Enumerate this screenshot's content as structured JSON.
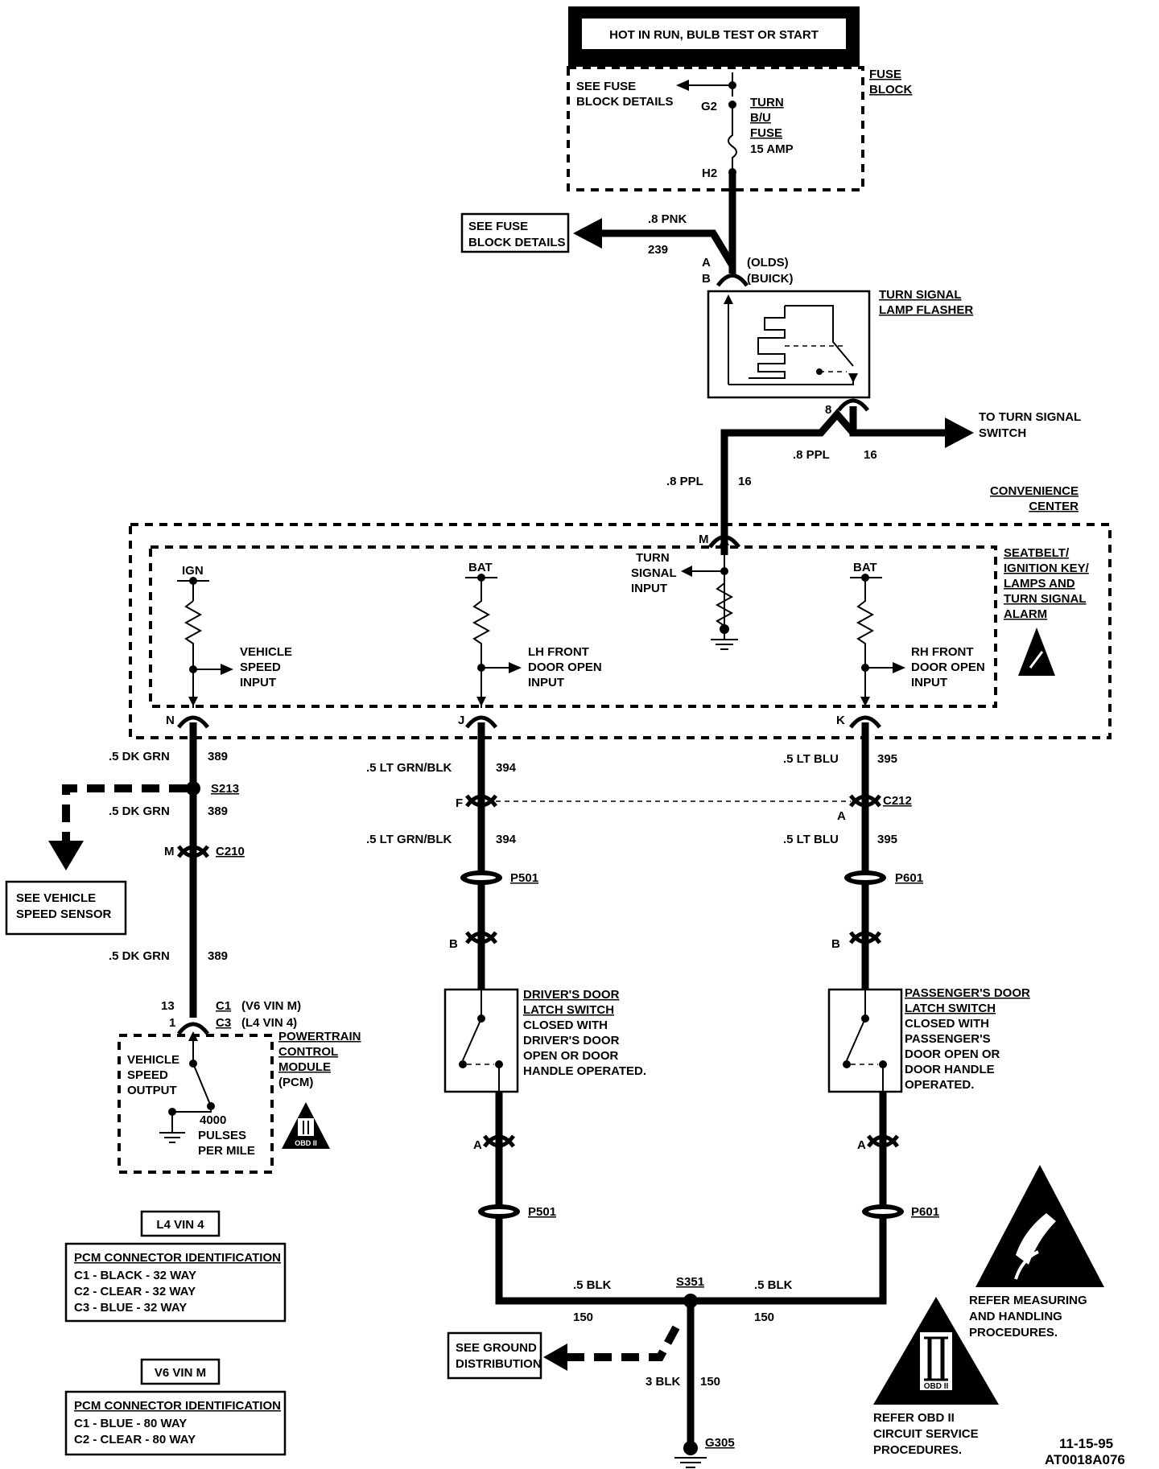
{
  "power_label": "HOT IN RUN, BULB TEST OR START",
  "fuse_block": {
    "title_line1": "FUSE",
    "title_line2": "BLOCK",
    "see_details_line1": "SEE FUSE",
    "see_details_line2": "BLOCK DETAILS",
    "pin_top": "G2",
    "pin_bottom": "H2",
    "fuse_line1": "TURN",
    "fuse_line2": "B/U",
    "fuse_line3": "FUSE",
    "fuse_line4": "15 AMP"
  },
  "feed_branch": {
    "box_line1": "SEE FUSE",
    "box_line2": "BLOCK DETAILS",
    "wire": ".8 PNK",
    "circuit": "239",
    "pin_a": "A",
    "pin_b": "B",
    "olds": "(OLDS)",
    "buick": "(BUICK)"
  },
  "flasher": {
    "title_line1": "TURN SIGNAL",
    "title_line2": "LAMP FLASHER",
    "pin": "8"
  },
  "to_switch": {
    "line1": "TO TURN SIGNAL",
    "line2": "SWITCH",
    "wire": ".8 PPL",
    "circuit": "16"
  },
  "main_feed": {
    "wire": ".8 PPL",
    "circuit": "16"
  },
  "convenience_center": {
    "title_line1": "CONVENIENCE",
    "title_line2": "CENTER",
    "module_lines": [
      "SEATBELT/",
      "IGNITION KEY/",
      "LAMPS AND",
      "TURN SIGNAL",
      "ALARM"
    ],
    "pin_m": "M",
    "turn_input": [
      "TURN",
      "SIGNAL",
      "INPUT"
    ],
    "ign": "IGN",
    "bat_left": "BAT",
    "bat_right": "BAT",
    "vehicle_speed_input": [
      "VEHICLE",
      "SPEED",
      "INPUT"
    ],
    "lh_input": [
      "LH FRONT",
      "DOOR OPEN",
      "INPUT"
    ],
    "rh_input": [
      "RH FRONT",
      "DOOR OPEN",
      "INPUT"
    ],
    "pin_n": "N",
    "pin_j": "J",
    "pin_k": "K"
  },
  "left_circuit": {
    "wire1": ".5 DK GRN",
    "circuit1": "389",
    "splice": "S213",
    "wire2": ".5 DK GRN",
    "circuit2": "389",
    "conn_pin": "M",
    "conn": "C210",
    "see_vss_line1": "SEE VEHICLE",
    "see_vss_line2": "SPEED SENSOR",
    "wire3": ".5 DK GRN",
    "circuit3": "389",
    "pin_13": "13",
    "pin_1": "1",
    "c1": "C1",
    "c1_note": "(V6 VIN M)",
    "c3": "C3",
    "c3_note": "(L4 VIN 4)"
  },
  "pcm": {
    "title": [
      "POWERTRAIN",
      "CONTROL",
      "MODULE",
      "(PCM)"
    ],
    "output": [
      "VEHICLE",
      "SPEED",
      "OUTPUT"
    ],
    "pulses": [
      "4000",
      "PULSES",
      "PER MILE"
    ],
    "obd_badge": "OBD II"
  },
  "lh_circuit": {
    "wire1": ".5 LT GRN/BLK",
    "circuit1": "394",
    "conn_pin": "F",
    "wire2": ".5 LT GRN/BLK",
    "circuit2": "394",
    "p501_top": "P501",
    "pin_b": "B",
    "switch_title": [
      "DRIVER'S DOOR",
      "LATCH SWITCH"
    ],
    "switch_desc": [
      "CLOSED WITH",
      "DRIVER'S DOOR",
      "OPEN OR DOOR",
      "HANDLE OPERATED."
    ],
    "pin_a": "A",
    "p501_bottom": "P501"
  },
  "rh_circuit": {
    "wire1": ".5 LT BLU",
    "circuit1": "395",
    "conn": "C212",
    "conn_pin": "A",
    "wire2": ".5 LT BLU",
    "circuit2": "395",
    "p601_top": "P601",
    "pin_b": "B",
    "switch_title": [
      "PASSENGER'S DOOR",
      "LATCH SWITCH"
    ],
    "switch_desc": [
      "CLOSED WITH",
      "PASSENGER'S",
      "DOOR OPEN OR",
      "DOOR HANDLE",
      "OPERATED."
    ],
    "pin_a": "A",
    "p601_bottom": "P601"
  },
  "ground": {
    "wire_left": ".5 BLK",
    "circuit_left": "150",
    "splice": "S351",
    "wire_right": ".5 BLK",
    "circuit_right": "150",
    "see_ground_line1": "SEE GROUND",
    "see_ground_line2": "DISTRIBUTION",
    "wire_down": "3 BLK",
    "circuit_down": "150",
    "ground_point": "G305"
  },
  "l4_table": {
    "tag": "L4 VIN 4",
    "header": "PCM CONNECTOR IDENTIFICATION",
    "rows": [
      "C1  -  BLACK  -  32 WAY",
      "C2  -  CLEAR  -  32 WAY",
      "C3  -  BLUE   -  32 WAY"
    ]
  },
  "v6_table": {
    "tag": "V6 VIN M",
    "header": "PCM CONNECTOR IDENTIFICATION",
    "rows": [
      "C1  -  BLUE   -  80 WAY",
      "C2  -  CLEAR  -  80 WAY"
    ]
  },
  "esd_note": [
    "REFER MEASURING",
    "AND HANDLING",
    "PROCEDURES."
  ],
  "obd_note": [
    "REFER  OBD II",
    "CIRCUIT SERVICE",
    "PROCEDURES."
  ],
  "obd_triangle_label": "OBD II",
  "footer_date": "11-15-95",
  "footer_code": "AT0018A076"
}
